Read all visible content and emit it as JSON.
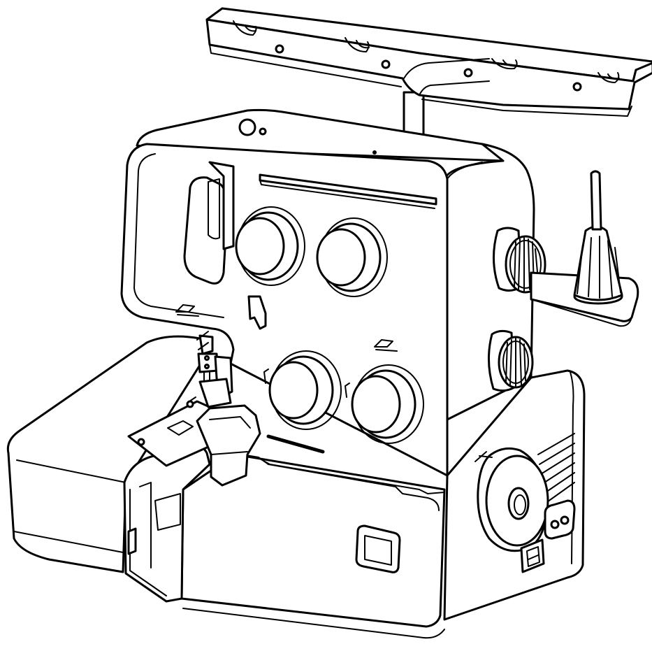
{
  "figure": {
    "subject": "serger-overlock-machine-line-drawing",
    "line_color": "#000000",
    "background_color": "#ffffff"
  },
  "parts": {
    "tension_dials_front": 4,
    "side_dials": 2,
    "thread_stand_slots": 4
  }
}
